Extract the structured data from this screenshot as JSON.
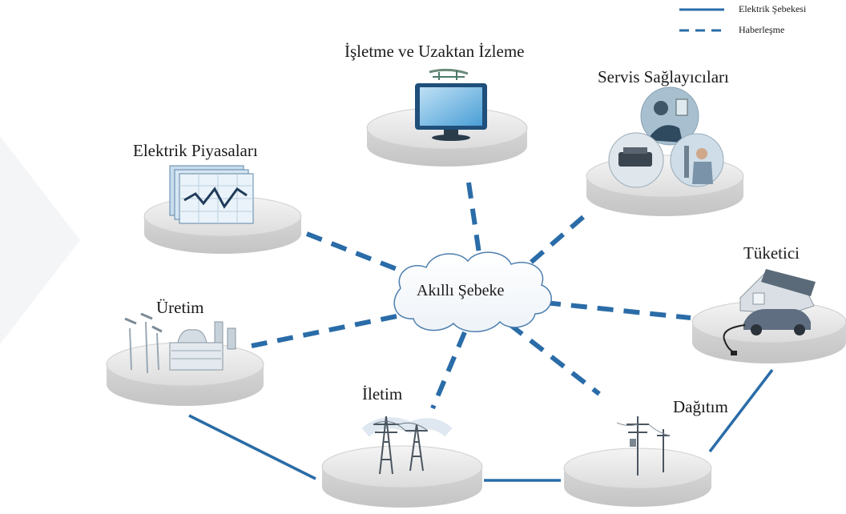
{
  "legend": {
    "power_line_label": "Elektrik Şebekesi",
    "communication_label": "Haberleşme",
    "line_color": "#2a6ca8"
  },
  "center": {
    "label": "Akıllı Şebeke"
  },
  "nodes": {
    "operations": {
      "label": "İşletme ve Uzaktan İzleme",
      "icon": "monitor-icon"
    },
    "service_providers": {
      "label": "Servis Sağlayıcıları",
      "icon": "service-people-icon"
    },
    "markets": {
      "label": "Elektrik Piyasaları",
      "icon": "market-chart-icon"
    },
    "consumer": {
      "label": "Tüketici",
      "icon": "house-car-icon"
    },
    "generation": {
      "label": "Üretim",
      "icon": "power-plant-icon"
    },
    "transmission": {
      "label": "İletim",
      "icon": "transmission-tower-icon"
    },
    "distribution": {
      "label": "Dağıtım",
      "icon": "utility-pole-icon"
    }
  }
}
